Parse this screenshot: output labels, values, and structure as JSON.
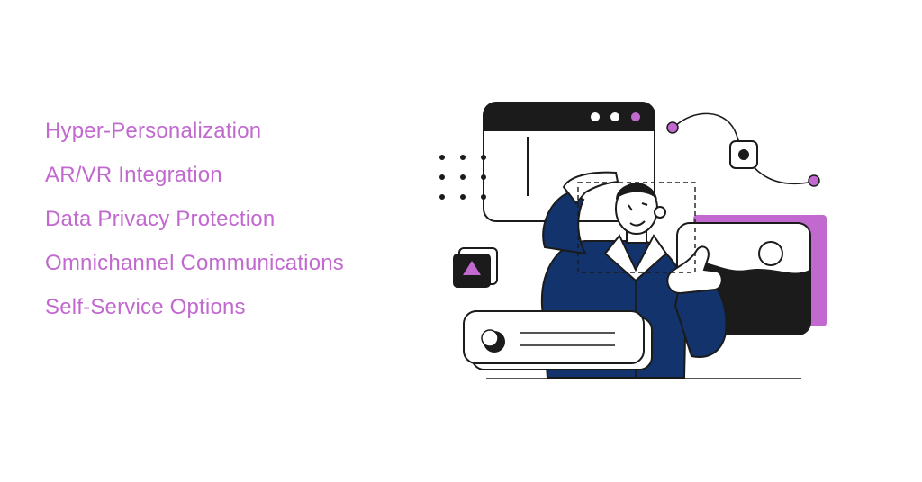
{
  "colors": {
    "accent": "#c169cf",
    "navy": "#12336b",
    "ink": "#1b1b1b",
    "background": "#ffffff"
  },
  "features": [
    "Hyper-Personalization",
    "AR/VR Integration",
    "Data Privacy Protection",
    "Omnichannel Communications",
    "Self-Service Options"
  ],
  "illustration": {
    "subject": "person-framing-hands-icon",
    "elements": [
      "browser-window-icon",
      "dot-grid-icon",
      "play-triangle-icon",
      "image-frame-icon",
      "node-connector-icon",
      "search-bar-icon"
    ]
  }
}
